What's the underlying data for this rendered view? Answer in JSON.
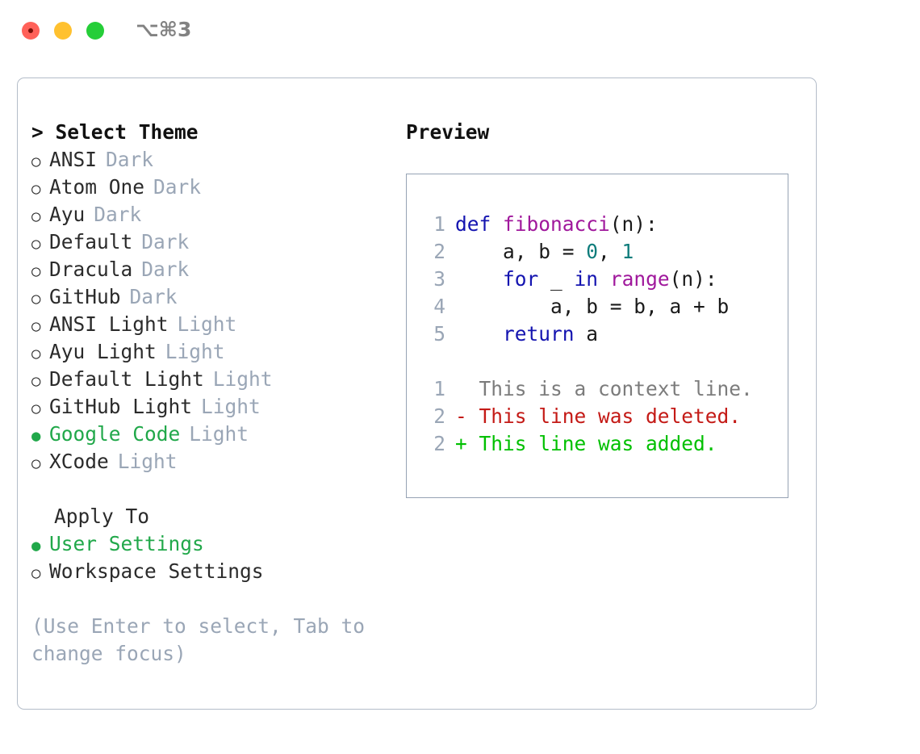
{
  "titlebar": {
    "shortcut": "⌥⌘3",
    "buttons": [
      {
        "name": "close",
        "color": "#ff6159"
      },
      {
        "name": "minimize",
        "color": "#ffc12f"
      },
      {
        "name": "maximize",
        "color": "#25ce38"
      }
    ]
  },
  "colors": {
    "accent_green": "#21a84a",
    "muted": "#9aa6b6",
    "border": "#b4bdc9",
    "preview_border": "#96a3b4",
    "keyword": "#1414b0",
    "function": "#a0189c",
    "number": "#0e7c7b",
    "diff_added": "#00c000",
    "diff_deleted": "#c41a16",
    "diff_context": "#7c7c7c"
  },
  "left": {
    "heading": "> Select Theme",
    "themes": [
      {
        "bullet": "○",
        "name": "ANSI",
        "tag": "Dark",
        "selected": false
      },
      {
        "bullet": "○",
        "name": "Atom One",
        "tag": "Dark",
        "selected": false
      },
      {
        "bullet": "○",
        "name": "Ayu",
        "tag": "Dark",
        "selected": false
      },
      {
        "bullet": "○",
        "name": "Default",
        "tag": "Dark",
        "selected": false
      },
      {
        "bullet": "○",
        "name": "Dracula",
        "tag": "Dark",
        "selected": false
      },
      {
        "bullet": "○",
        "name": "GitHub",
        "tag": "Dark",
        "selected": false
      },
      {
        "bullet": "○",
        "name": "ANSI Light",
        "tag": "Light",
        "selected": false
      },
      {
        "bullet": "○",
        "name": "Ayu Light",
        "tag": "Light",
        "selected": false
      },
      {
        "bullet": "○",
        "name": "Default Light",
        "tag": "Light",
        "selected": false
      },
      {
        "bullet": "○",
        "name": "GitHub Light",
        "tag": "Light",
        "selected": false
      },
      {
        "bullet": "●",
        "name": "Google Code",
        "tag": "Light",
        "selected": true
      },
      {
        "bullet": "○",
        "name": "XCode",
        "tag": "Light",
        "selected": false
      }
    ],
    "apply_to_heading": "Apply To",
    "apply_to": [
      {
        "bullet": "●",
        "name": "User Settings",
        "selected": true
      },
      {
        "bullet": "○",
        "name": "Workspace Settings",
        "selected": false
      }
    ],
    "hint": "(Use Enter to select, Tab to change focus)"
  },
  "right": {
    "heading": "Preview",
    "code_lines": [
      {
        "no": "1",
        "tokens": [
          {
            "t": "def",
            "c": "kw"
          },
          {
            "t": " ",
            "c": "pl"
          },
          {
            "t": "fibonacci",
            "c": "fn"
          },
          {
            "t": "(n):",
            "c": "pl"
          }
        ]
      },
      {
        "no": "2",
        "tokens": [
          {
            "t": "    a, b = ",
            "c": "pl"
          },
          {
            "t": "0",
            "c": "num"
          },
          {
            "t": ", ",
            "c": "pl"
          },
          {
            "t": "1",
            "c": "num"
          }
        ]
      },
      {
        "no": "3",
        "tokens": [
          {
            "t": "    ",
            "c": "pl"
          },
          {
            "t": "for",
            "c": "kw"
          },
          {
            "t": " _ ",
            "c": "pl"
          },
          {
            "t": "in",
            "c": "kw"
          },
          {
            "t": " ",
            "c": "pl"
          },
          {
            "t": "range",
            "c": "fn"
          },
          {
            "t": "(n):",
            "c": "pl"
          }
        ]
      },
      {
        "no": "4",
        "tokens": [
          {
            "t": "        a, b = b, a + b",
            "c": "pl"
          }
        ]
      },
      {
        "no": "5",
        "tokens": [
          {
            "t": "    ",
            "c": "pl"
          },
          {
            "t": "return",
            "c": "kw"
          },
          {
            "t": " a",
            "c": "pl"
          }
        ]
      }
    ],
    "diff_lines": [
      {
        "no": "1",
        "marker": "  ",
        "text": "This is a context line.",
        "kind": "ctx"
      },
      {
        "no": "2",
        "marker": "- ",
        "text": "This line was deleted.",
        "kind": "del"
      },
      {
        "no": "2",
        "marker": "+ ",
        "text": "This line was added.",
        "kind": "add"
      }
    ]
  }
}
